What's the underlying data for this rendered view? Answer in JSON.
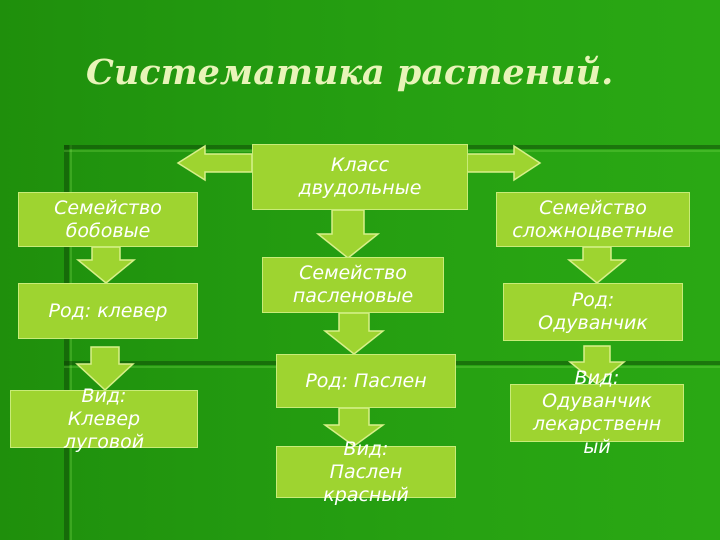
{
  "title": "Систематика растений.",
  "colors": {
    "background": "#239a10",
    "box_fill": "#9ed430",
    "text": "#ffffff",
    "title_text": "#e8f4b8"
  },
  "nodes": {
    "class": "Класс\nдвудольные",
    "family_legumes": "Семейство\nбобовые",
    "family_nightshade": "Семейство\nпасленовые",
    "family_composite": "Семейство\nсложноцветные",
    "genus_clover": "Род: клевер",
    "genus_nightshade": "Род: Паслен",
    "genus_dandelion": "Род:\nОдуванчик",
    "species_clover": "Вид:\nКлевер\nлуговой",
    "species_nightshade": "Вид:\nПаслен\nкрасный",
    "species_dandelion": "Вид:\nОдуванчик\nлекарственн\nый"
  }
}
